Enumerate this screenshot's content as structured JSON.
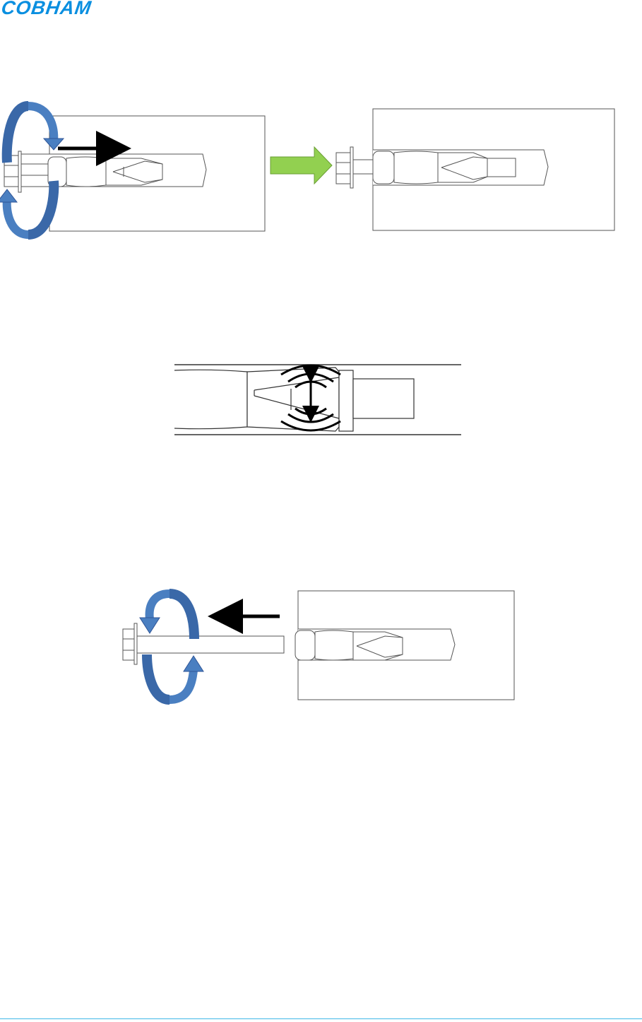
{
  "header": {
    "logo_text": "COBHAM"
  },
  "colors": {
    "logo": "#0a8fe0",
    "rotation_arrow": "#4a7fc1",
    "rotation_arrow_dark": "#3a68a8",
    "step_arrow": "#92d050",
    "footer_line": "#3fb8e8"
  },
  "figures": [
    {
      "step": "tighten-bolt",
      "icons": [
        "rotation-arrow-icon",
        "push-arrow-icon",
        "next-step-arrow-icon"
      ]
    },
    {
      "step": "expansion-sleeve-detail",
      "icons": [
        "expansion-arrow-icon",
        "vibration-arcs-icon"
      ]
    },
    {
      "step": "remove-bolt",
      "icons": [
        "rotation-arrow-icon",
        "pull-arrow-icon"
      ]
    }
  ]
}
